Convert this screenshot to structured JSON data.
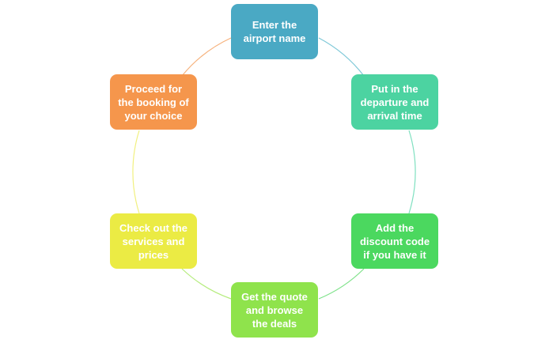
{
  "diagram": {
    "steps": [
      {
        "label": "Enter the\nairport name",
        "color": "#4aa9c4"
      },
      {
        "label": "Put in the\ndeparture and\narrival time",
        "color": "#4cd3a1"
      },
      {
        "label": "Add the\ndiscount code\nif you have it",
        "color": "#4bd85f"
      },
      {
        "label": "Get the quote\nand browse\nthe deals",
        "color": "#8fe34c"
      },
      {
        "label": "Check out the\nservices and\nprices",
        "color": "#ebeb44"
      },
      {
        "label": "Proceed for\nthe booking of\nyour choice",
        "color": "#f5964c"
      }
    ]
  }
}
